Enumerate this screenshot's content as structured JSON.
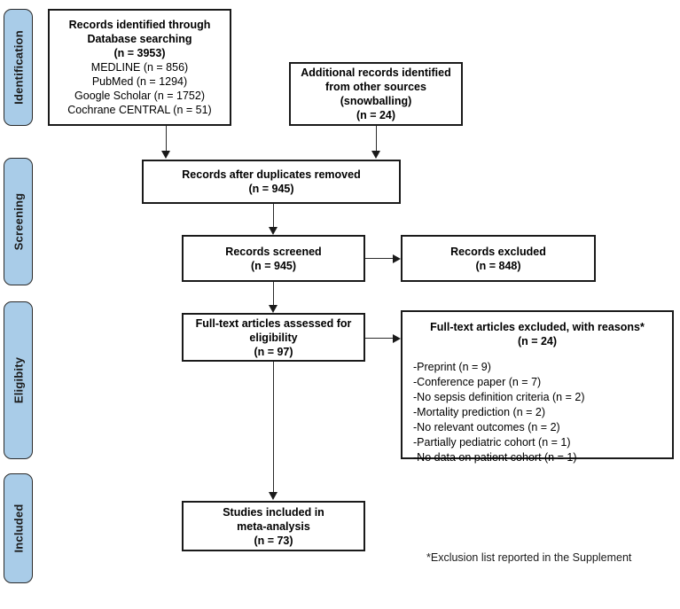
{
  "diagram": {
    "type": "prisma-flow-diagram",
    "stages": [
      {
        "id": "identification",
        "label": "Identification"
      },
      {
        "id": "screening",
        "label": "Screening"
      },
      {
        "id": "eligibility",
        "label": "Eligibity"
      },
      {
        "id": "included",
        "label": "Included"
      }
    ],
    "boxes": {
      "database_search": {
        "title_line1": "Records identified through",
        "title_line2": "Database searching",
        "count": "(n = 3953)",
        "sources": [
          "MEDLINE (n = 856)",
          "PubMed (n = 1294)",
          "Google Scholar (n = 1752)",
          "Cochrane CENTRAL (n = 51)"
        ]
      },
      "other_sources": {
        "title_line1": "Additional records identified",
        "title_line2": "from other sources",
        "title_line3": "(snowballing)",
        "count": "(n = 24)"
      },
      "duplicates_removed": {
        "title": "Records after duplicates removed",
        "count": "(n = 945)"
      },
      "records_screened": {
        "title": "Records screened",
        "count": "(n = 945)"
      },
      "records_excluded": {
        "title": "Records excluded",
        "count": "(n = 848)"
      },
      "fulltext_assessed": {
        "title_line1": "Full-text articles assessed for",
        "title_line2": "eligibility",
        "count": "(n = 97)"
      },
      "fulltext_excluded": {
        "title": "Full-text articles excluded, with reasons*",
        "count": "(n = 24)",
        "reasons": [
          "-Preprint (n = 9)",
          "-Conference paper (n = 7)",
          "-No sepsis definition criteria (n = 2)",
          "-Mortality prediction (n = 2)",
          "-No relevant outcomes (n = 2)",
          "-Partially pediatric cohort (n = 1)",
          "-No data on patient cohort (n = 1)"
        ]
      },
      "studies_included": {
        "title_line1": "Studies included in",
        "title_line2": "meta-analysis",
        "count": "(n = 73)"
      }
    },
    "footnote": "*Exclusion list reported in the Supplement",
    "colors": {
      "stage_fill": "#a9cce8",
      "stage_border": "#2a2a2a",
      "box_border": "#1a1a1a",
      "connector": "#2b2b2b",
      "background": "#ffffff"
    }
  }
}
